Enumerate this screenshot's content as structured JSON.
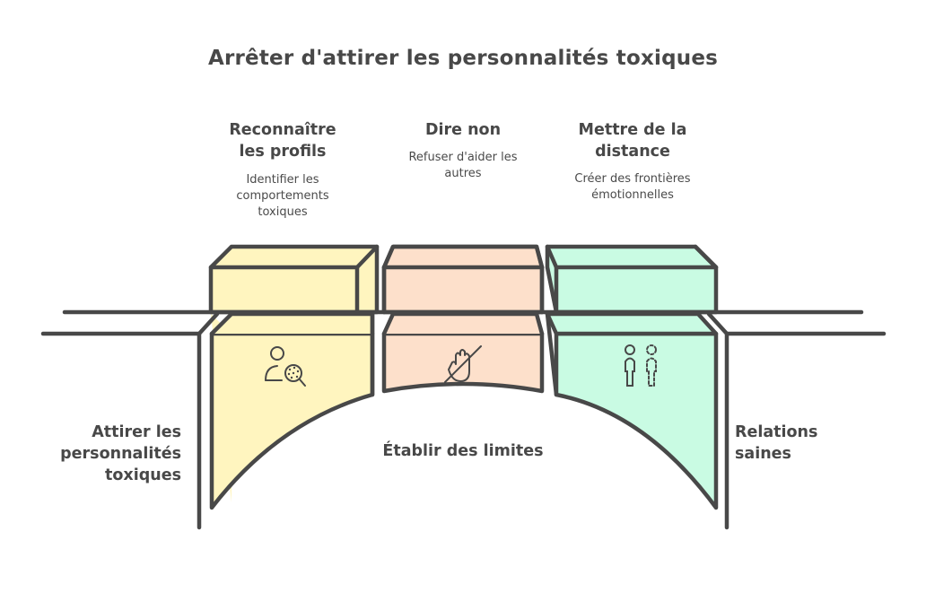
{
  "title": "Arrêter d'attirer les personnalités toxiques",
  "steps": [
    {
      "title_line1": "Reconnaître",
      "title_line2": "les profils",
      "desc_line1": "Identifier les",
      "desc_line2": "comportements",
      "desc_line3": "toxiques",
      "icon": "person-search-icon",
      "color": "#fff5bf"
    },
    {
      "title_line1": "Dire non",
      "title_line2": "",
      "desc_line1": "Refuser d'aider les",
      "desc_line2": "autres",
      "desc_line3": "",
      "icon": "hand-stop-slash-icon",
      "color": "#fde0cb"
    },
    {
      "title_line1": "Mettre de la",
      "title_line2": "distance",
      "desc_line1": "Créer des frontières",
      "desc_line2": "émotionnelles",
      "desc_line3": "",
      "icon": "person-distance-icon",
      "color": "#c9fbe3"
    }
  ],
  "left_label": {
    "line1": "Attirer les",
    "line2": "personnalités",
    "line3": "toxiques"
  },
  "right_label": {
    "line1": "Relations",
    "line2": "saines"
  },
  "center_label": "Établir des limites",
  "colors": {
    "stroke": "#484848",
    "yellow": "#fff5bf",
    "peach": "#fde0cb",
    "mint": "#c9fbe3"
  }
}
